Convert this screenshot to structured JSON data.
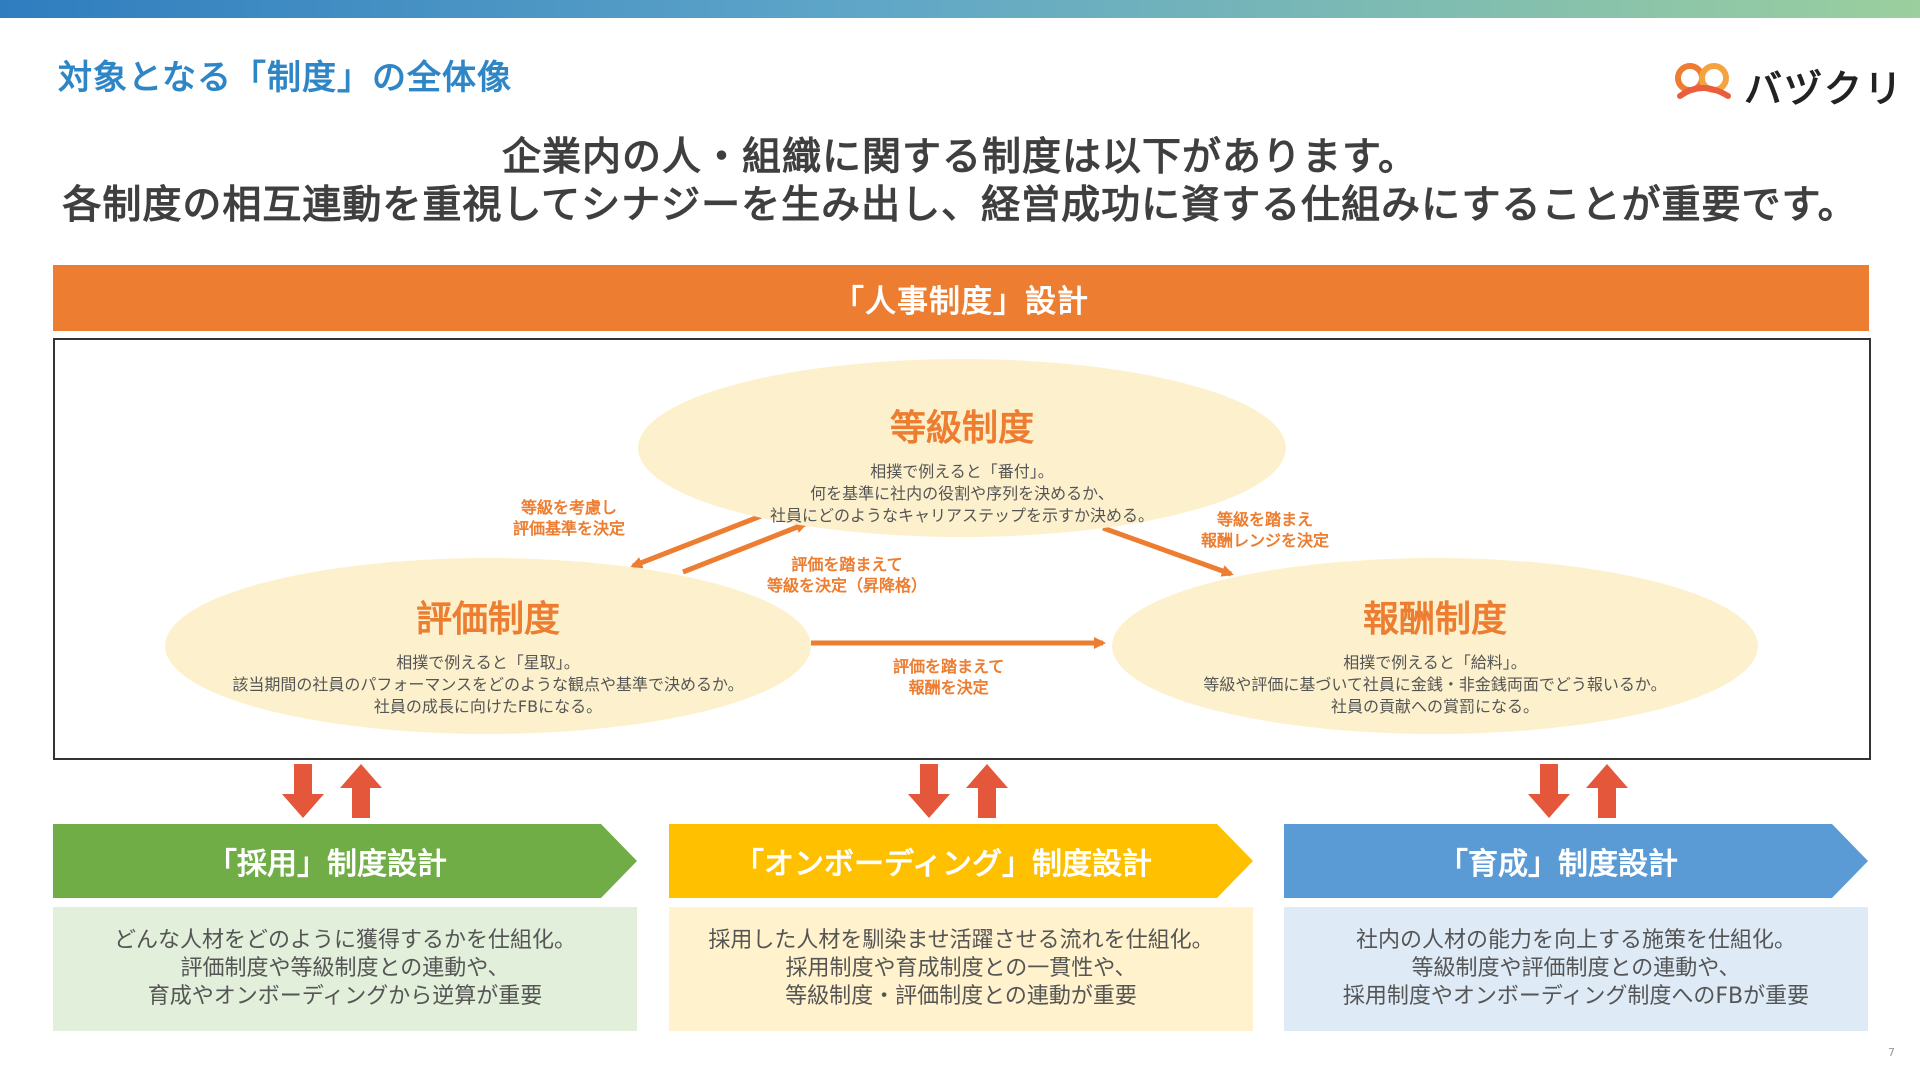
{
  "page_title": "対象となる「制度」の全体像",
  "logo": {
    "text": "バヅクリ"
  },
  "lead": [
    "企業内の人・組織に関する制度は以下があります。",
    "各制度の相互連動を重視してシナジーを生み出し、経営成功に資する仕組みにすることが重要です。"
  ],
  "hr_banner": "「人事制度」設計",
  "systems": {
    "grade": {
      "title": "等級制度",
      "desc": [
        "相撲で例えると「番付」。",
        "何を基準に社内の役割や序列を決めるか、",
        "社員にどのようなキャリアステップを示すか決める。"
      ]
    },
    "evaluation": {
      "title": "評価制度",
      "desc": [
        "相撲で例えると「星取」。",
        "該当期間の社員のパフォーマンスをどのような観点や基準で決めるか。",
        "社員の成長に向けたFBになる。"
      ]
    },
    "reward": {
      "title": "報酬制度",
      "desc": [
        "相撲で例えると「給料」。",
        "等級や評価に基づいて社員に金銭・非金銭両面でどう報いるか。",
        "社員の貢献への賞罰になる。"
      ]
    }
  },
  "links": {
    "grade_to_eval": [
      "等級を考慮し",
      "評価基準を決定"
    ],
    "eval_to_grade": [
      "評価を踏まえて",
      "等級を決定（昇降格）"
    ],
    "grade_to_reward": [
      "等級を踏まえ",
      "報酬レンジを決定"
    ],
    "eval_to_reward": [
      "評価を踏まえて",
      "報酬を決定"
    ]
  },
  "stages": [
    {
      "title": "「採用」制度設計",
      "color": "#70ad47",
      "box_color": "#e2efda",
      "desc": [
        "どんな人材をどのように獲得するかを仕組化。",
        "評価制度や等級制度との連動や、",
        "育成やオンボーディングから逆算が重要"
      ]
    },
    {
      "title": "「オンボーディング」制度設計",
      "color": "#ffc000",
      "box_color": "#fff2cc",
      "desc": [
        "採用した人材を馴染ませ活躍させる流れを仕組化。",
        "採用制度や育成制度との一貫性や、",
        "等級制度・評価制度との連動が重要"
      ]
    },
    {
      "title": "「育成」制度設計",
      "color": "#5b9bd5",
      "box_color": "#deebf7",
      "desc": [
        "社内の人材の能力を向上する施策を仕組化。",
        "等級制度や評価制度との連動や、",
        "採用制度やオンボーディング制度へのFBが重要"
      ]
    }
  ],
  "colors": {
    "accent": "#ec7d31",
    "title_blue": "#2f86c6",
    "updown_arrow": "#e4573a",
    "ellipse_fill": "#fdf1cd"
  },
  "page_number": "7"
}
